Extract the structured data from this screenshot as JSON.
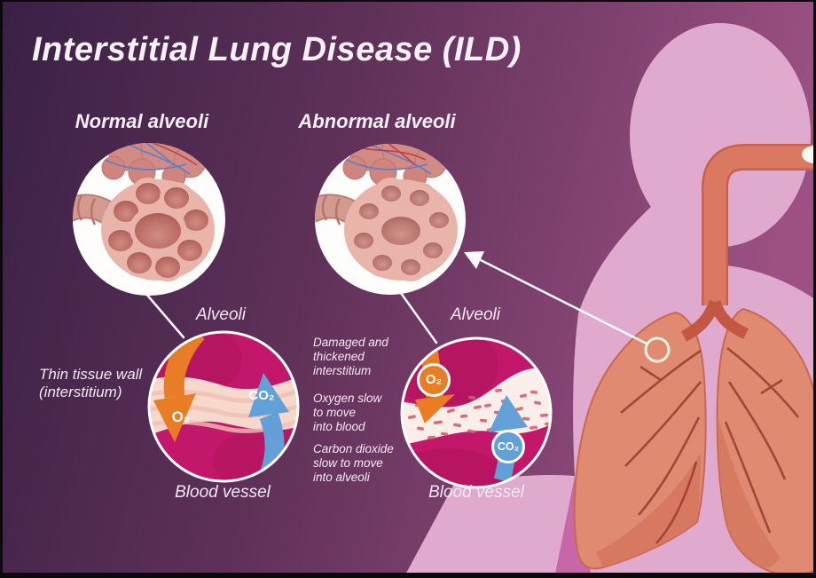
{
  "title": "Interstitial Lung Disease (ILD)",
  "sections": {
    "normal": {
      "heading": "Normal alveoli",
      "alveoli_label": "Alveoli",
      "vessel_label": "Blood vessel",
      "tissue_note": "Thin tissue wall\n(interstitium)",
      "o2_label": "O₂",
      "co2_label": "CO₂"
    },
    "abnormal": {
      "heading": "Abnormal alveoli",
      "alveoli_label": "Alveoli",
      "vessel_label": "Blood vessel",
      "annotations": [
        "Damaged and\nthickened\ninterstitium",
        "Oxygen slow\nto move\ninto blood",
        "Carbon dioxide\nslow to move\ninto alveoli"
      ],
      "o2_label": "O₂",
      "co2_label": "CO₂"
    }
  },
  "colors": {
    "background_dark": "#3a2045",
    "background_light": "#9c5083",
    "body_pink": "#dfaace",
    "lung_salmon": "#e18a72",
    "vessel_magenta": "#c2176a",
    "oxygen_orange": "#e87d26",
    "co2_blue": "#64a0d8",
    "tissue_band": "#f6d8cd",
    "text": "#f4edf3"
  }
}
